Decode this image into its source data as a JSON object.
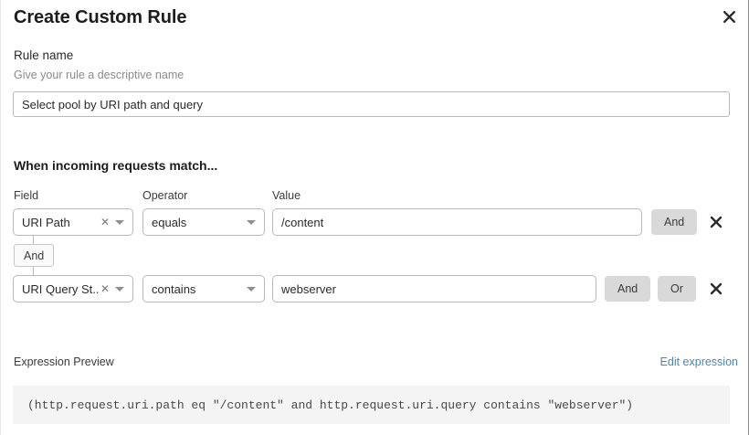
{
  "dialog": {
    "title": "Create Custom Rule",
    "close_icon": "close-icon"
  },
  "rule_name": {
    "label": "Rule name",
    "helper": "Give your rule a descriptive name",
    "value": "Select pool by URI path and query",
    "placeholder": "Rule name"
  },
  "match_section": {
    "heading": "When incoming requests match...",
    "columns": {
      "field": "Field",
      "operator": "Operator",
      "value": "Value"
    },
    "connector_label": "And",
    "rows": [
      {
        "field": "URI Path",
        "operator": "equals",
        "value": "/content",
        "placeholder": "Value",
        "clear_icon": "clear-x-icon",
        "caret_icon": "chevron-down-icon",
        "logic_buttons": [
          "And"
        ],
        "delete_icon": "delete-x-icon"
      },
      {
        "field": "URI Query St...",
        "operator": "contains",
        "value": "webserver",
        "placeholder": "Value",
        "clear_icon": "clear-x-icon",
        "caret_icon": "chevron-down-icon",
        "logic_buttons": [
          "And",
          "Or"
        ],
        "delete_icon": "delete-x-icon"
      }
    ]
  },
  "expression": {
    "label": "Expression Preview",
    "edit_link": "Edit expression",
    "code": "(http.request.uri.path eq \"/content\" and http.request.uri.query contains \"webserver\")"
  },
  "colors": {
    "link": "#5085ae",
    "button_bg": "#d9d9d9",
    "code_bg": "#f4f4f4",
    "border": "#b9b9b9"
  }
}
